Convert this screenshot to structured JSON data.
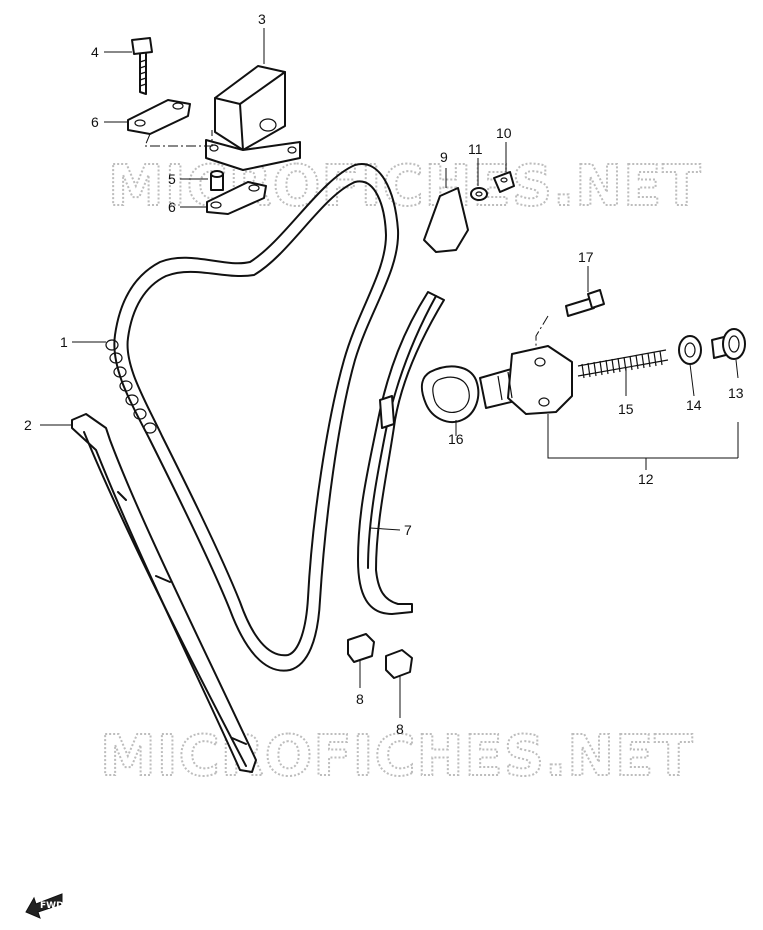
{
  "watermark": "MICROFICHES.NET",
  "fwd_label": "FWD",
  "callouts": [
    {
      "id": "c1",
      "text": "1"
    },
    {
      "id": "c2",
      "text": "2"
    },
    {
      "id": "c3",
      "text": "3"
    },
    {
      "id": "c4",
      "text": "4"
    },
    {
      "id": "c5",
      "text": "5"
    },
    {
      "id": "c6a",
      "text": "6"
    },
    {
      "id": "c6b",
      "text": "6"
    },
    {
      "id": "c7",
      "text": "7"
    },
    {
      "id": "c8a",
      "text": "8"
    },
    {
      "id": "c8b",
      "text": "8"
    },
    {
      "id": "c9",
      "text": "9"
    },
    {
      "id": "c10",
      "text": "10"
    },
    {
      "id": "c11",
      "text": "11"
    },
    {
      "id": "c12",
      "text": "12"
    },
    {
      "id": "c13",
      "text": "13"
    },
    {
      "id": "c14",
      "text": "14"
    },
    {
      "id": "c15",
      "text": "15"
    },
    {
      "id": "c16",
      "text": "16"
    },
    {
      "id": "c17",
      "text": "17"
    }
  ]
}
